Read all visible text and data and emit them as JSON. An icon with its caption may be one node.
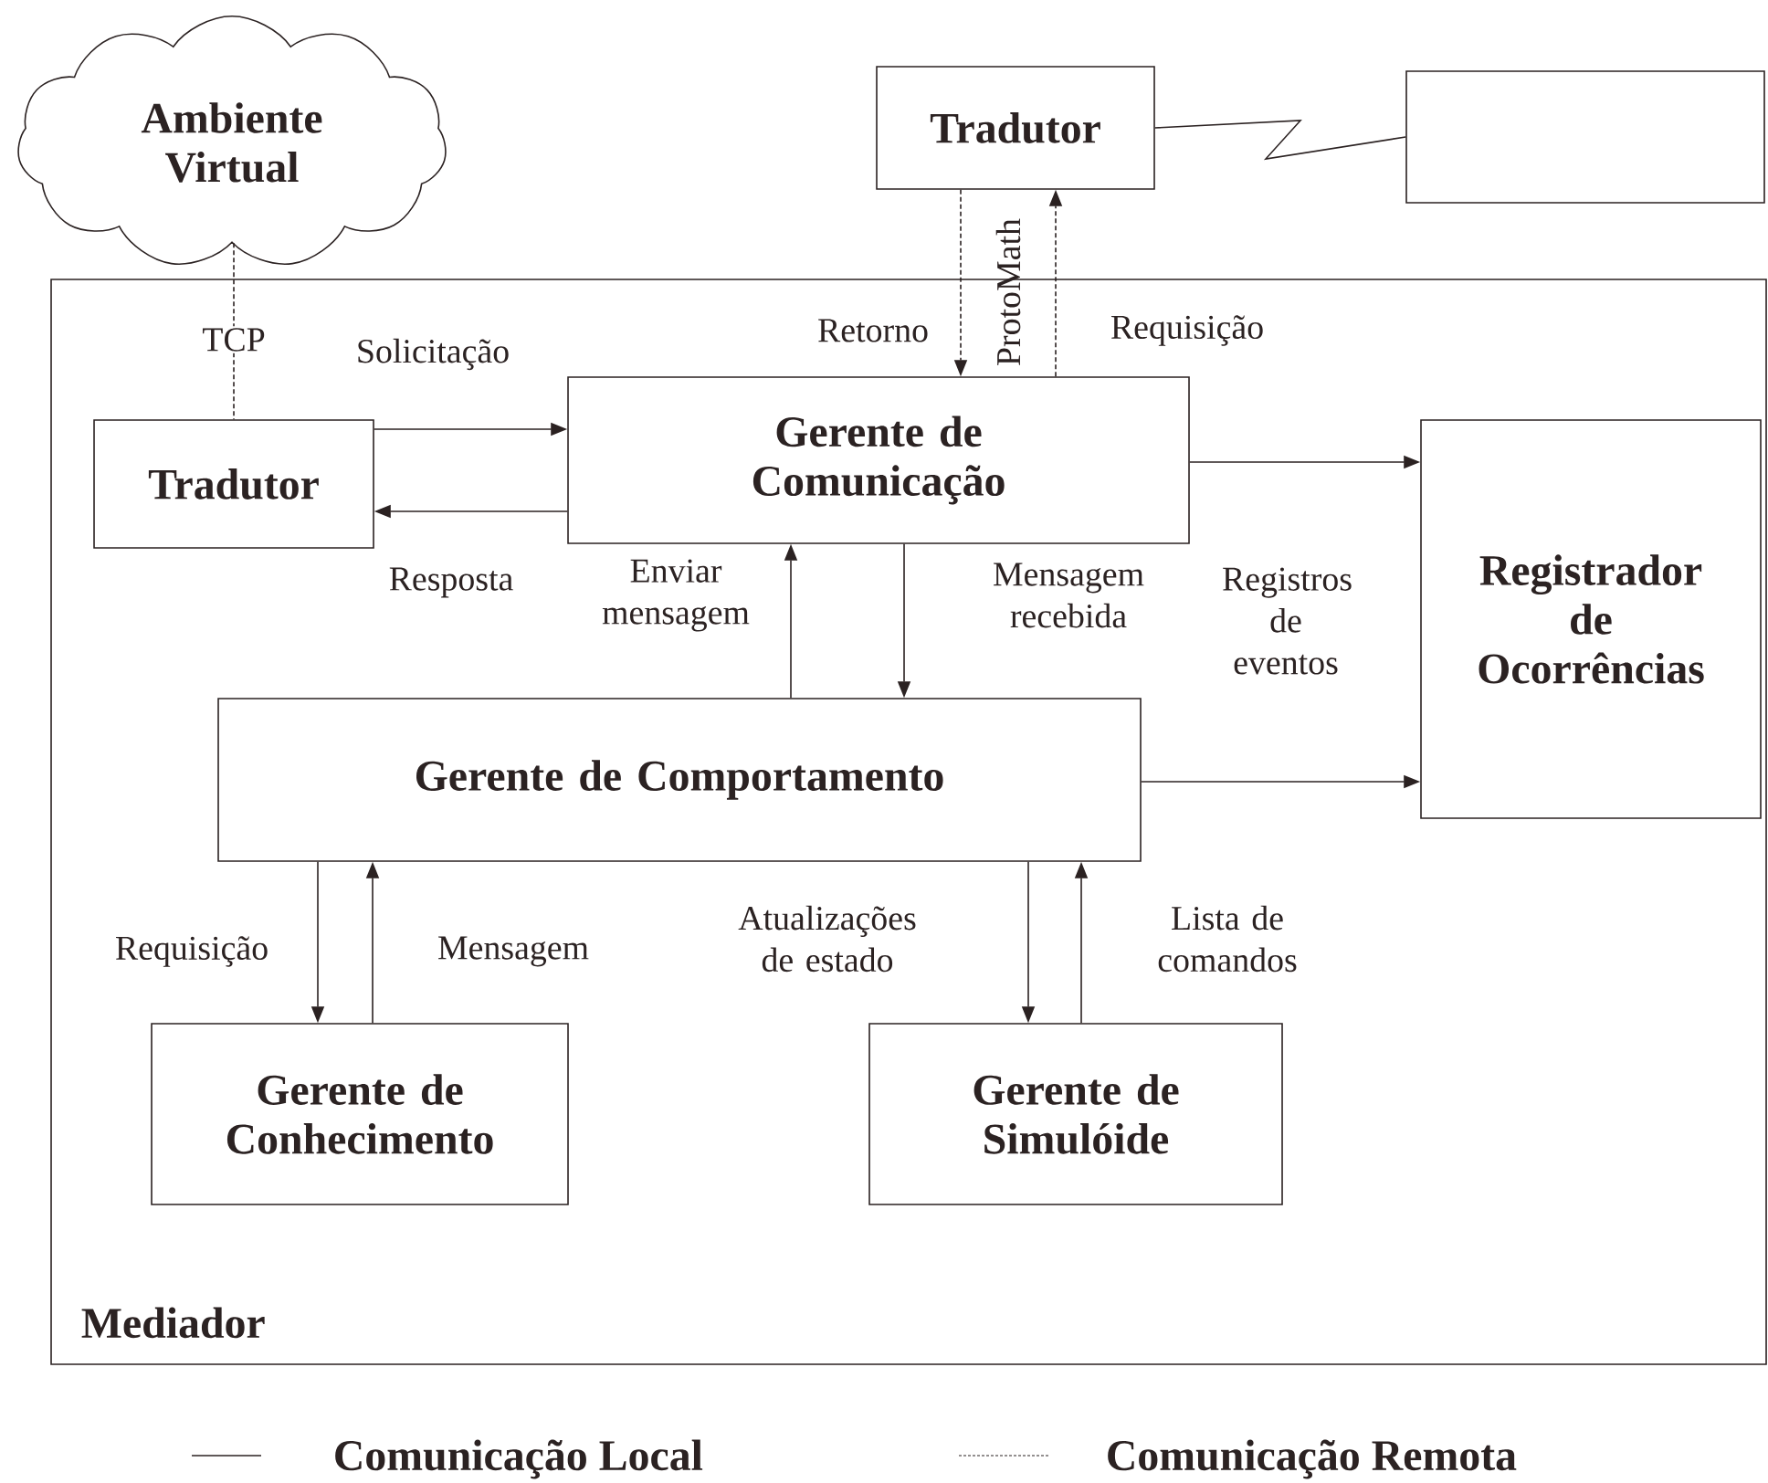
{
  "diagram": {
    "nodes": [
      {
        "text": [
          "Ambiente Virtual"
        ]
      },
      {
        "text": [
          "Tradutor"
        ]
      },
      {
        "text": [],
        "shape": "box"
      },
      {
        "text": [
          "Mediador"
        ]
      },
      {
        "text": [
          "Tradutor"
        ],
        "in": 3
      },
      {
        "text": [
          "Gerente de Comunicação"
        ],
        "in": 3
      },
      {
        "text": [
          "Registrador de Ocorrências"
        ],
        "in": 3
      },
      {
        "text": [
          "Gerente de Comportamento"
        ],
        "in": 3
      },
      {
        "text": [
          "Gerente de Conhecimento"
        ],
        "in": 3
      },
      {
        "text": [
          "Gerente de Simulóide"
        ],
        "in": 3
      }
    ],
    "edges": [
      {
        "from": 0,
        "to": 4,
        "arrow": "none",
        "style": "dashed",
        "label": "TCP"
      },
      {
        "from": 1,
        "to": 2,
        "arrow": "none"
      },
      {
        "from": 1,
        "to": 5,
        "arrow": "to",
        "style": "dashed",
        "label": "Retorno"
      },
      {
        "from": 5,
        "to": 1,
        "arrow": "to",
        "style": "dashed",
        "label": "Requisição"
      },
      {
        "from": 4,
        "to": 5,
        "arrow": "to",
        "label": "Solicitação"
      },
      {
        "from": 5,
        "to": 4,
        "arrow": "to",
        "label": "Resposta"
      },
      {
        "from": 5,
        "to": 6,
        "arrow": "to"
      },
      {
        "from": 7,
        "to": 5,
        "arrow": "to",
        "label": "Enviar mensagem"
      },
      {
        "from": 5,
        "to": 7,
        "arrow": "to",
        "label": "Mensagem recebida"
      },
      {
        "from": 7,
        "to": 6,
        "arrow": "to"
      },
      {
        "from": 7,
        "to": 8,
        "arrow": "to",
        "label": "Requisição"
      },
      {
        "from": 8,
        "to": 7,
        "arrow": "to",
        "label": "Mensagem"
      },
      {
        "from": 7,
        "to": 9,
        "arrow": "to",
        "label": "Atualizações de estado"
      },
      {
        "from": 9,
        "to": 7,
        "arrow": "to",
        "label": "Lista de comandos"
      }
    ],
    "labels": [
      "ProtoMath",
      "Registros de eventos"
    ],
    "legend": [
      {
        "text": "Comunicação Local"
      },
      {
        "text": "Comunicação Remota"
      }
    ]
  }
}
